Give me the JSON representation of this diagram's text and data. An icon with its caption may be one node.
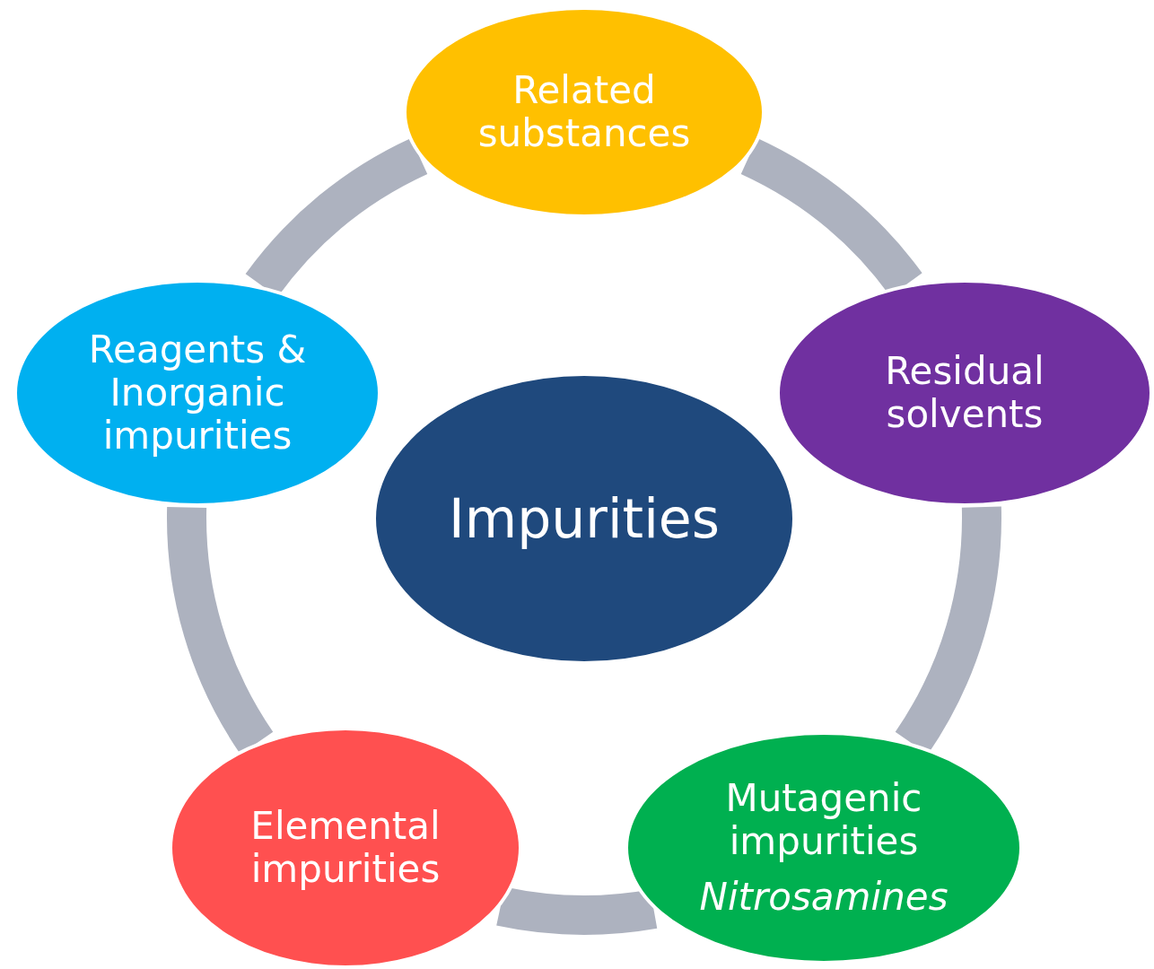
{
  "diagram": {
    "nodes": [
      {
        "text": [
          "Related substances"
        ]
      },
      {
        "text": [
          "Residual solvents"
        ]
      },
      {
        "text": [
          "Mutagenic impurities",
          "Nitrosamines"
        ]
      },
      {
        "text": [
          "Elemental impurities"
        ]
      },
      {
        "text": [
          "Reagents & Inorganic impurities"
        ]
      },
      {
        "text": [
          "Impurities"
        ]
      }
    ],
    "edges": [
      {
        "from": 0,
        "to": 1,
        "arrow": "none"
      },
      {
        "from": 1,
        "to": 2,
        "arrow": "none"
      },
      {
        "from": 2,
        "to": 3,
        "arrow": "none"
      },
      {
        "from": 3,
        "to": 4,
        "arrow": "none"
      },
      {
        "from": 4,
        "to": 0,
        "arrow": "none"
      }
    ]
  }
}
